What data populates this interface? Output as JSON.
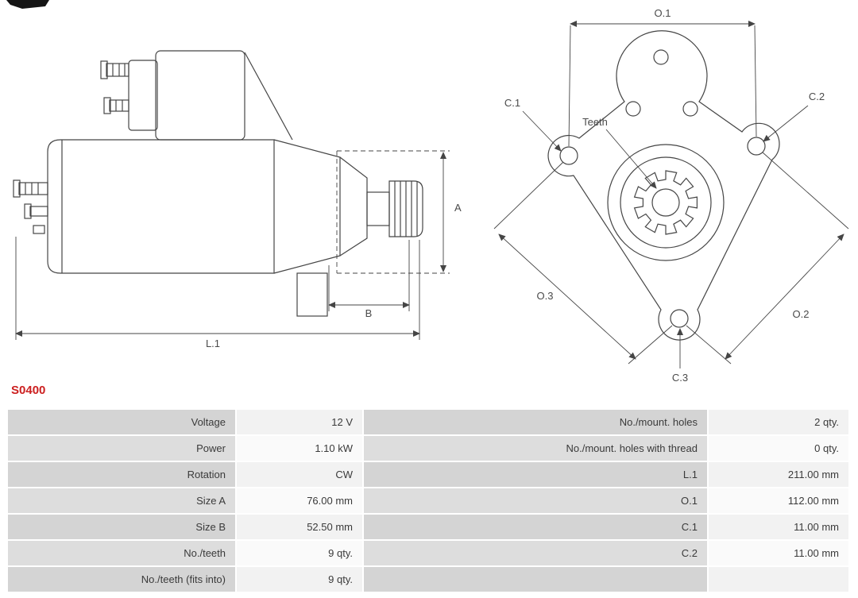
{
  "part_number": "S0400",
  "diagram": {
    "labels": {
      "l1": "L.1",
      "a": "A",
      "b": "B",
      "o1": "O.1",
      "o2": "O.2",
      "o3": "O.3",
      "c1": "C.1",
      "c2": "C.2",
      "c3": "C.3",
      "teeth": "Teeth"
    }
  },
  "table": {
    "rows": [
      {
        "label1": "Voltage",
        "value1": "12 V",
        "label2": "No./mount. holes",
        "value2": "2 qty."
      },
      {
        "label1": "Power",
        "value1": "1.10 kW",
        "label2": "No./mount. holes with thread",
        "value2": "0 qty."
      },
      {
        "label1": "Rotation",
        "value1": "CW",
        "label2": "L.1",
        "value2": "211.00 mm"
      },
      {
        "label1": "Size A",
        "value1": "76.00 mm",
        "label2": "O.1",
        "value2": "112.00 mm"
      },
      {
        "label1": "Size B",
        "value1": "52.50 mm",
        "label2": "C.1",
        "value2": "11.00 mm"
      },
      {
        "label1": "No./teeth",
        "value1": "9 qty.",
        "label2": "C.2",
        "value2": "11.00 mm"
      },
      {
        "label1": "No./teeth (fits into)",
        "value1": "9 qty.",
        "label2": "",
        "value2": ""
      }
    ]
  },
  "colors": {
    "part_number_red": "#cc2020",
    "drawing_line": "#454545",
    "label_cell_gray": "#d4d4d4",
    "value_cell_gray": "#f2f2f2"
  }
}
